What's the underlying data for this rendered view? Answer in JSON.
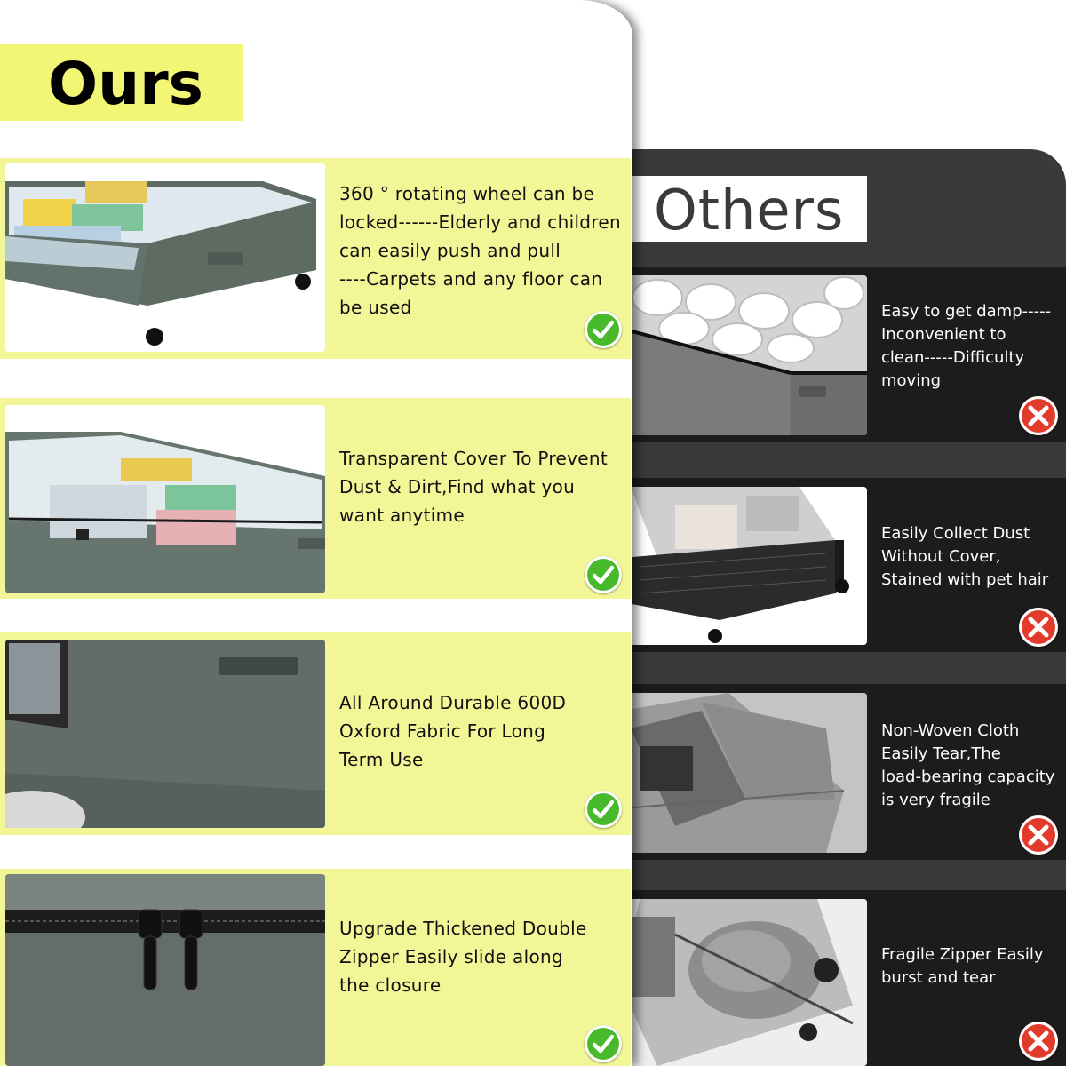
{
  "ours": {
    "title": "Ours",
    "items": [
      {
        "text": "360 ° rotating wheel can be\nlocked------Elderly and children\ncan easily push and pull\n----Carpets and any floor can\nbe used",
        "badge": "check-icon"
      },
      {
        "text": "Transparent Cover To Prevent\nDust & Dirt,Find what you\nwant anytime",
        "badge": "check-icon"
      },
      {
        "text": "All Around Durable 600D\nOxford Fabric For Long\nTerm Use",
        "badge": "check-icon"
      },
      {
        "text": "Upgrade Thickened Double\nZipper Easily slide along\nthe closure",
        "badge": "check-icon"
      }
    ]
  },
  "others": {
    "title": "Others",
    "items": [
      {
        "text": "Easy to get damp-----\nInconvenient to\nclean-----Difficulty\nmoving",
        "badge": "x-icon"
      },
      {
        "text": "Easily Collect Dust\nWithout Cover,\nStained with pet hair",
        "badge": "x-icon"
      },
      {
        "text": "Non-Woven Cloth\nEasily Tear,The\nload-bearing capacity\nis very fragile",
        "badge": "x-icon"
      },
      {
        "text": "Fragile Zipper Easily\nburst and tear",
        "badge": "x-icon"
      }
    ]
  },
  "colors": {
    "ours_highlight": "#f3f697",
    "ours_title_bg": "#f3f574",
    "others_panel": "#3a3a3a",
    "others_row": "#1c1c1c",
    "check": "#49b92c",
    "cross": "#e23b2c"
  }
}
